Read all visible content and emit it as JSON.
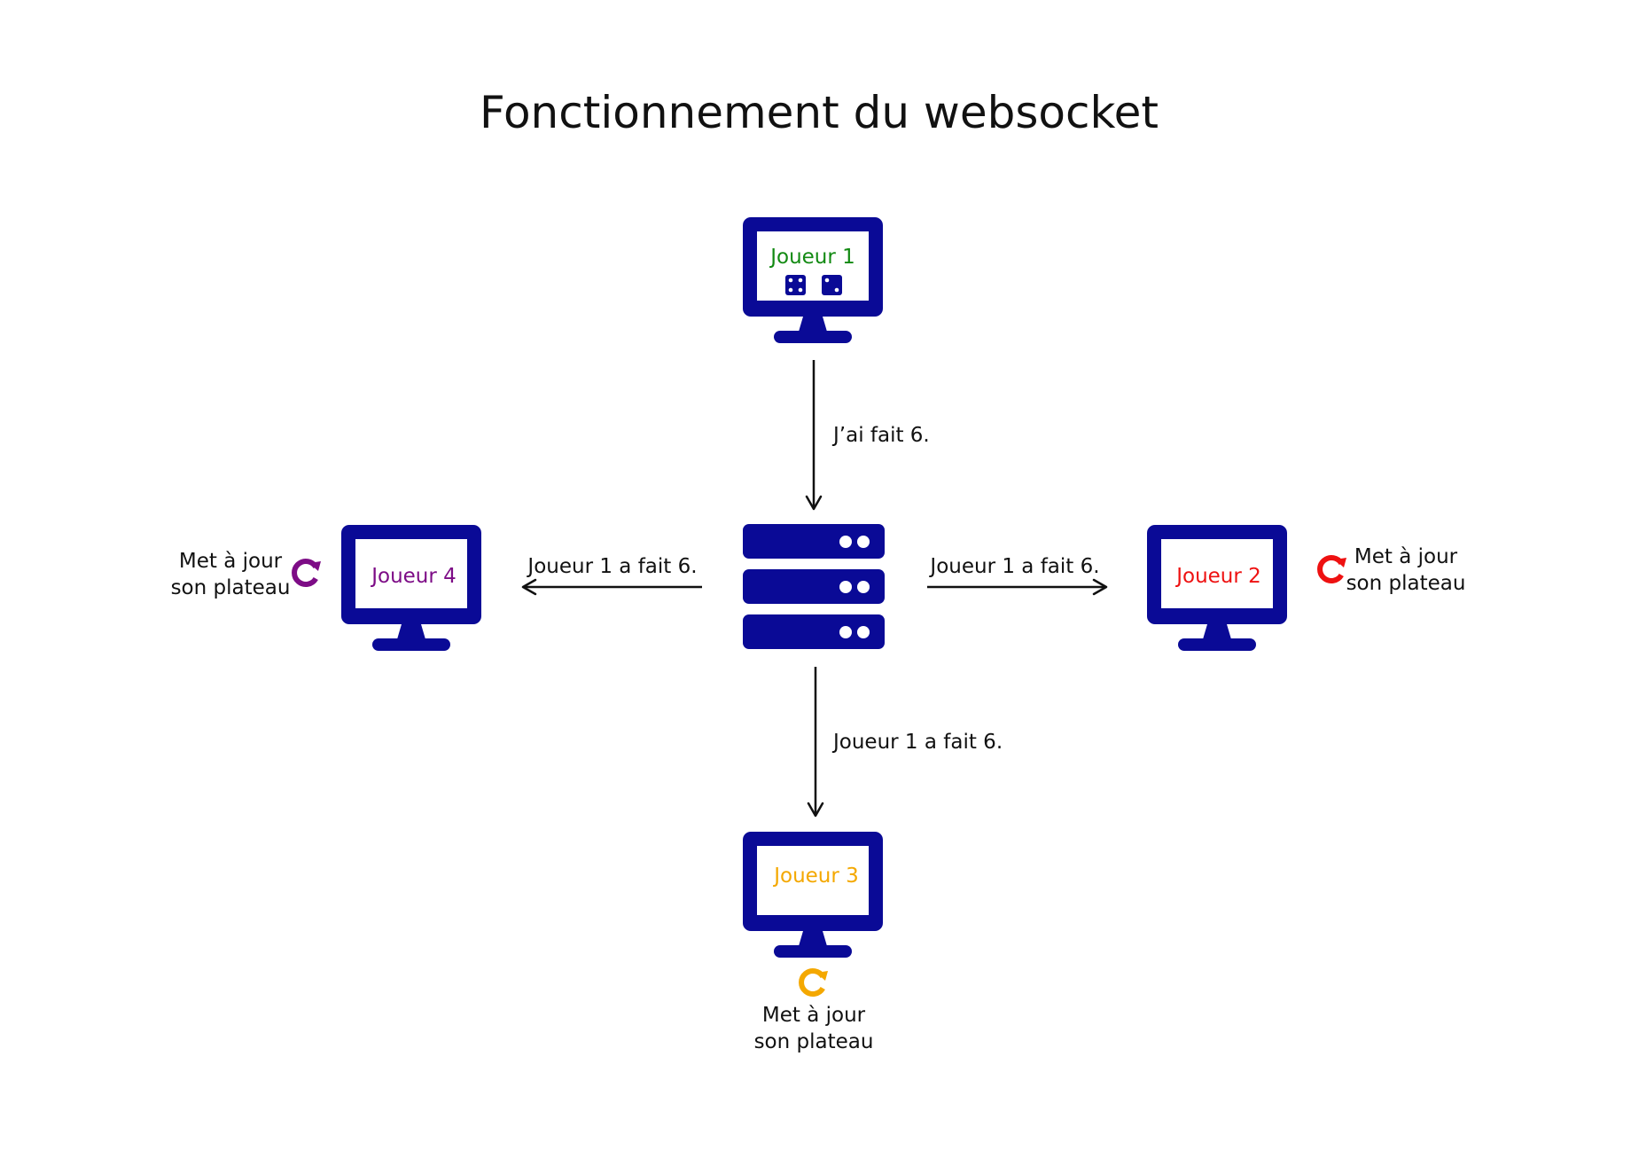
{
  "title": "Fonctionnement du websocket",
  "colors": {
    "device": "#0a0a96",
    "player1": "#138a13",
    "player2": "#ee1111",
    "player3": "#f4a800",
    "player4": "#7d0c86",
    "arrow": "#111111"
  },
  "players": {
    "p1": {
      "name": "Joueur 1"
    },
    "p2": {
      "name": "Joueur 2",
      "update_line1": "Met à jour",
      "update_line2": "son plateau"
    },
    "p3": {
      "name": "Joueur 3",
      "update_line1": "Met à jour",
      "update_line2": "son plateau"
    },
    "p4": {
      "name": "Joueur 4",
      "update_line1": "Met à jour",
      "update_line2": "son plateau"
    }
  },
  "messages": {
    "to_server": "J’ai fait 6.",
    "to_p2": "Joueur 1 a fait 6.",
    "to_p3": "Joueur 1 a fait 6.",
    "to_p4": "Joueur 1 a fait 6."
  },
  "icons": {
    "dice": "dice-icon",
    "server": "server-icon",
    "monitor": "monitor-icon",
    "refresh": "refresh-icon"
  }
}
